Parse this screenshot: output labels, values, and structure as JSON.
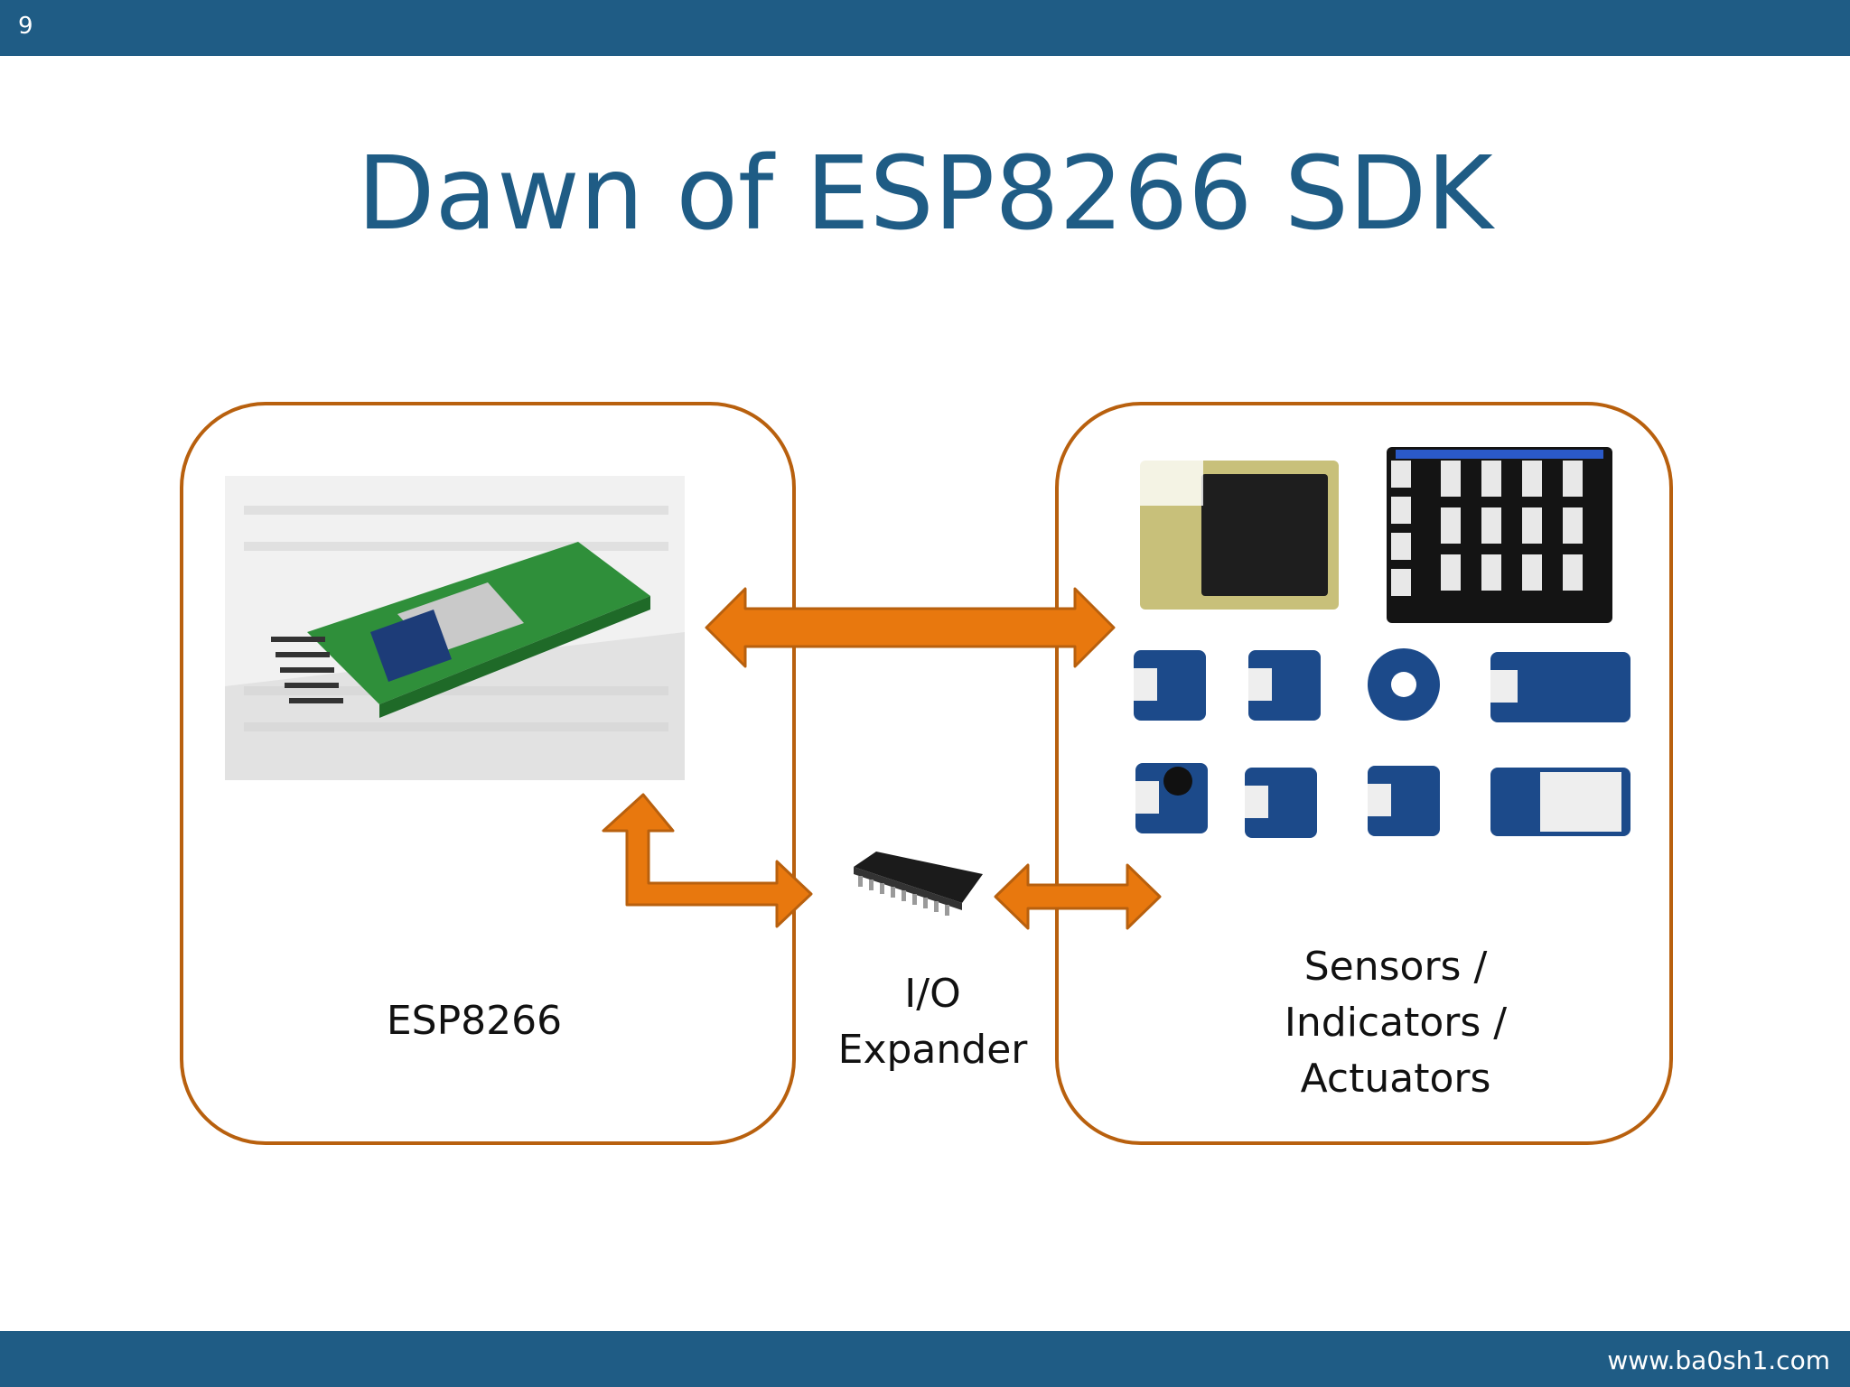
{
  "slide": {
    "number": "9",
    "title": "Dawn of ESP8266 SDK",
    "footer_url": "www.ba0sh1.com"
  },
  "diagram": {
    "nodes": {
      "esp": {
        "label": "ESP8266"
      },
      "expander": {
        "label": "I/O\nExpander"
      },
      "peripherals": {
        "label": "Sensors /\nIndicators /\nActuators"
      }
    }
  },
  "colors": {
    "bar": "#1f5c85",
    "title": "#1f5c85",
    "box_border": "#b8600e",
    "arrow_fill": "#e8780e",
    "arrow_stroke": "#b8600e"
  }
}
